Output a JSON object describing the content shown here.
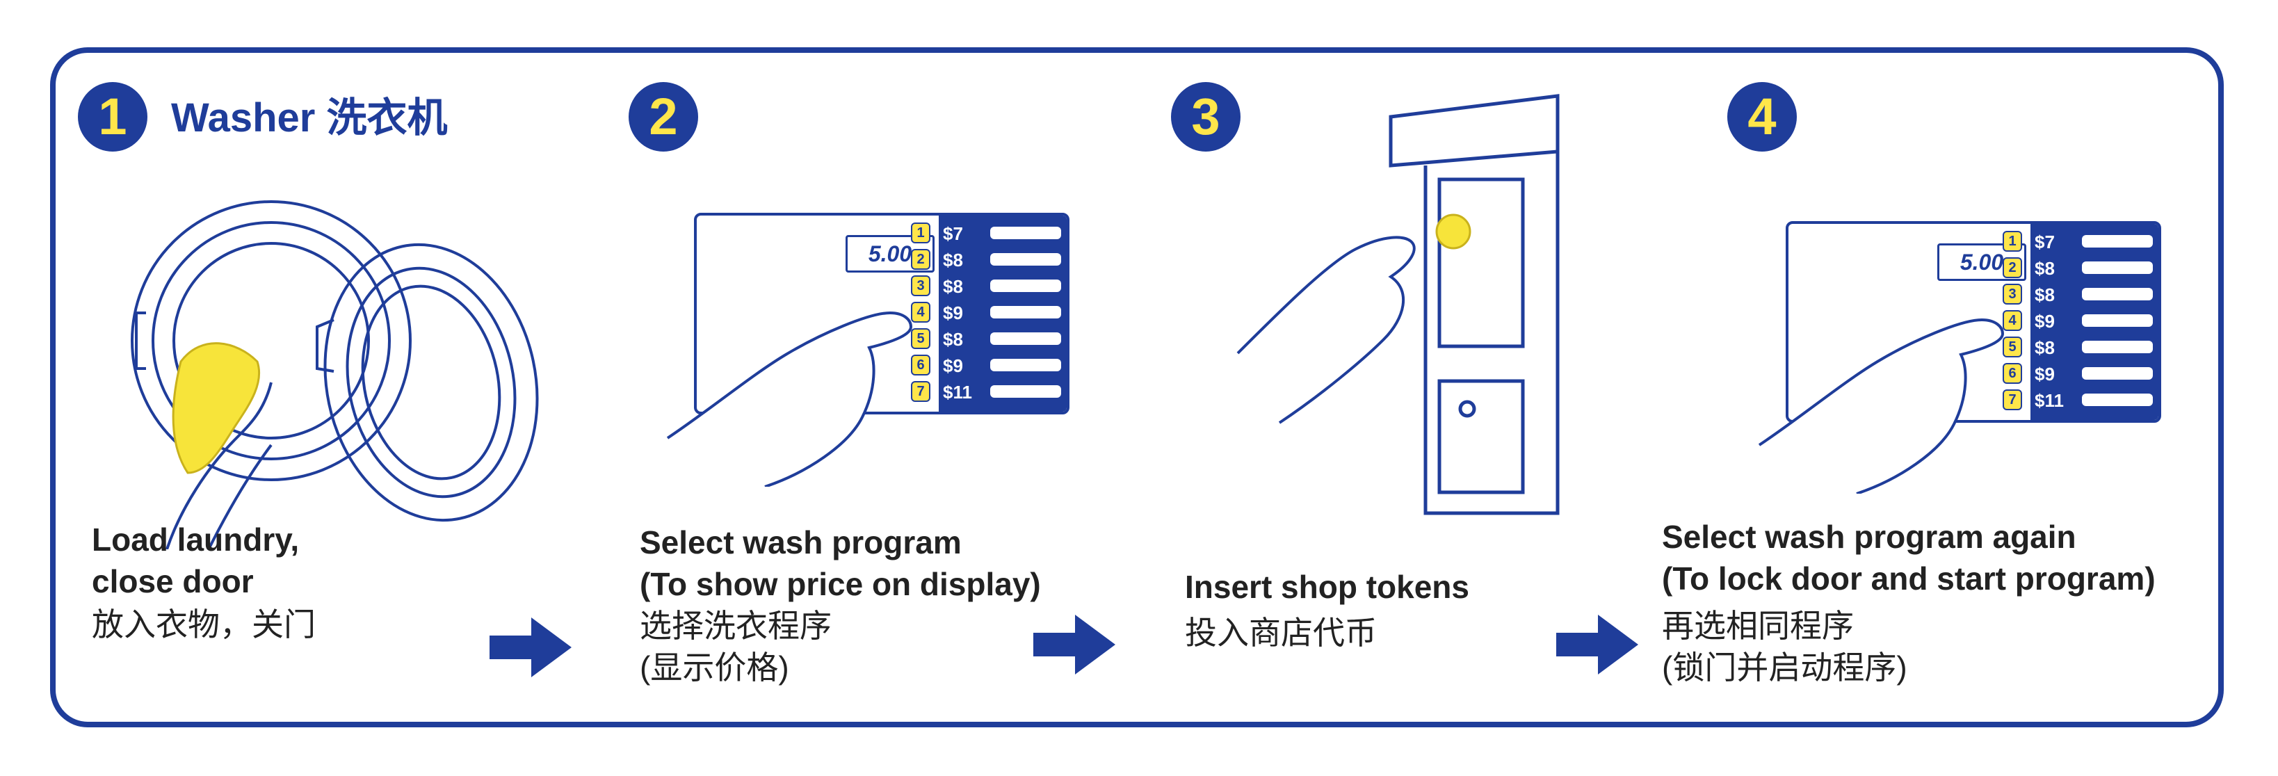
{
  "header": {
    "title": "Washer 洗衣机"
  },
  "steps": [
    {
      "number": "1",
      "caption_en": [
        "Load laundry,",
        "close door"
      ],
      "caption_cn": [
        "放入衣物，关门"
      ]
    },
    {
      "number": "2",
      "caption_en": [
        "Select wash program",
        "(To show price on display)"
      ],
      "caption_cn": [
        "选择洗衣程序",
        "(显示价格)"
      ]
    },
    {
      "number": "3",
      "caption_en": [
        "Insert shop tokens"
      ],
      "caption_cn": [
        "投入商店代币"
      ]
    },
    {
      "number": "4",
      "caption_en": [
        "Select wash program again",
        "(To lock door and start program)"
      ],
      "caption_cn": [
        "再选相同程序",
        "(锁门并启动程序)"
      ]
    }
  ],
  "panel": {
    "display": "5.00",
    "programs": [
      {
        "num": "1",
        "price": "$7"
      },
      {
        "num": "2",
        "price": "$8"
      },
      {
        "num": "3",
        "price": "$8"
      },
      {
        "num": "4",
        "price": "$9"
      },
      {
        "num": "5",
        "price": "$8"
      },
      {
        "num": "6",
        "price": "$9"
      },
      {
        "num": "7",
        "price": "$11"
      }
    ]
  },
  "colors": {
    "brand_blue": "#1f3d9a",
    "badge_yellow": "#ffe64a",
    "laundry_yellow": "#f7e43a"
  },
  "icons": [
    "washer-door-icon",
    "hand-icon",
    "token-icon",
    "arrow-right-icon"
  ]
}
